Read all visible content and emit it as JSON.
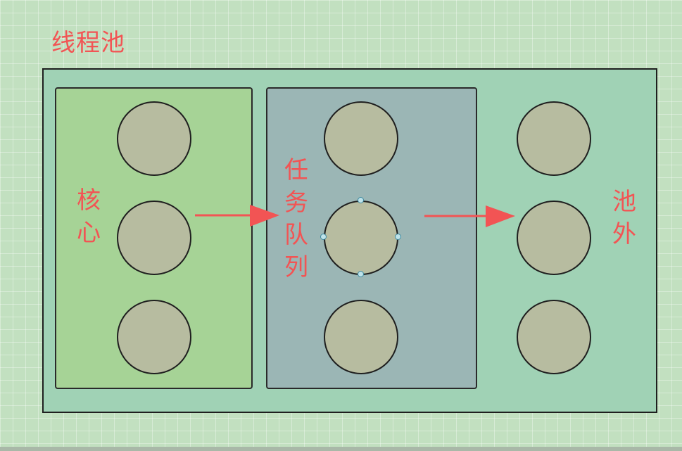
{
  "title": "线程池",
  "sections": {
    "core": {
      "label": "核心"
    },
    "queue": {
      "label": "任务队列"
    },
    "outside": {
      "label": "池外"
    }
  },
  "colors": {
    "canvas": "#c2e0c0",
    "pool": "#a0d2b5",
    "core": "#a6d396",
    "queue": "#9bb6b5",
    "thread": "#b7bca0",
    "accent": "#f25454"
  },
  "thread_counts": {
    "core": 3,
    "queue": 3,
    "outside": 3
  }
}
